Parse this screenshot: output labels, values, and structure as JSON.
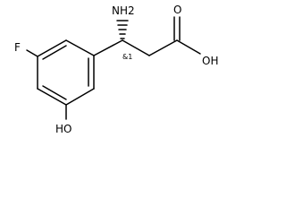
{
  "molecule": {
    "atoms": {
      "amine": "NH2",
      "hydroxyl_acid": "OH",
      "carbonyl_oxygen": "O",
      "fluorine": "F",
      "phenol_hydroxyl": "HO"
    },
    "stereo_flag": "&1"
  }
}
